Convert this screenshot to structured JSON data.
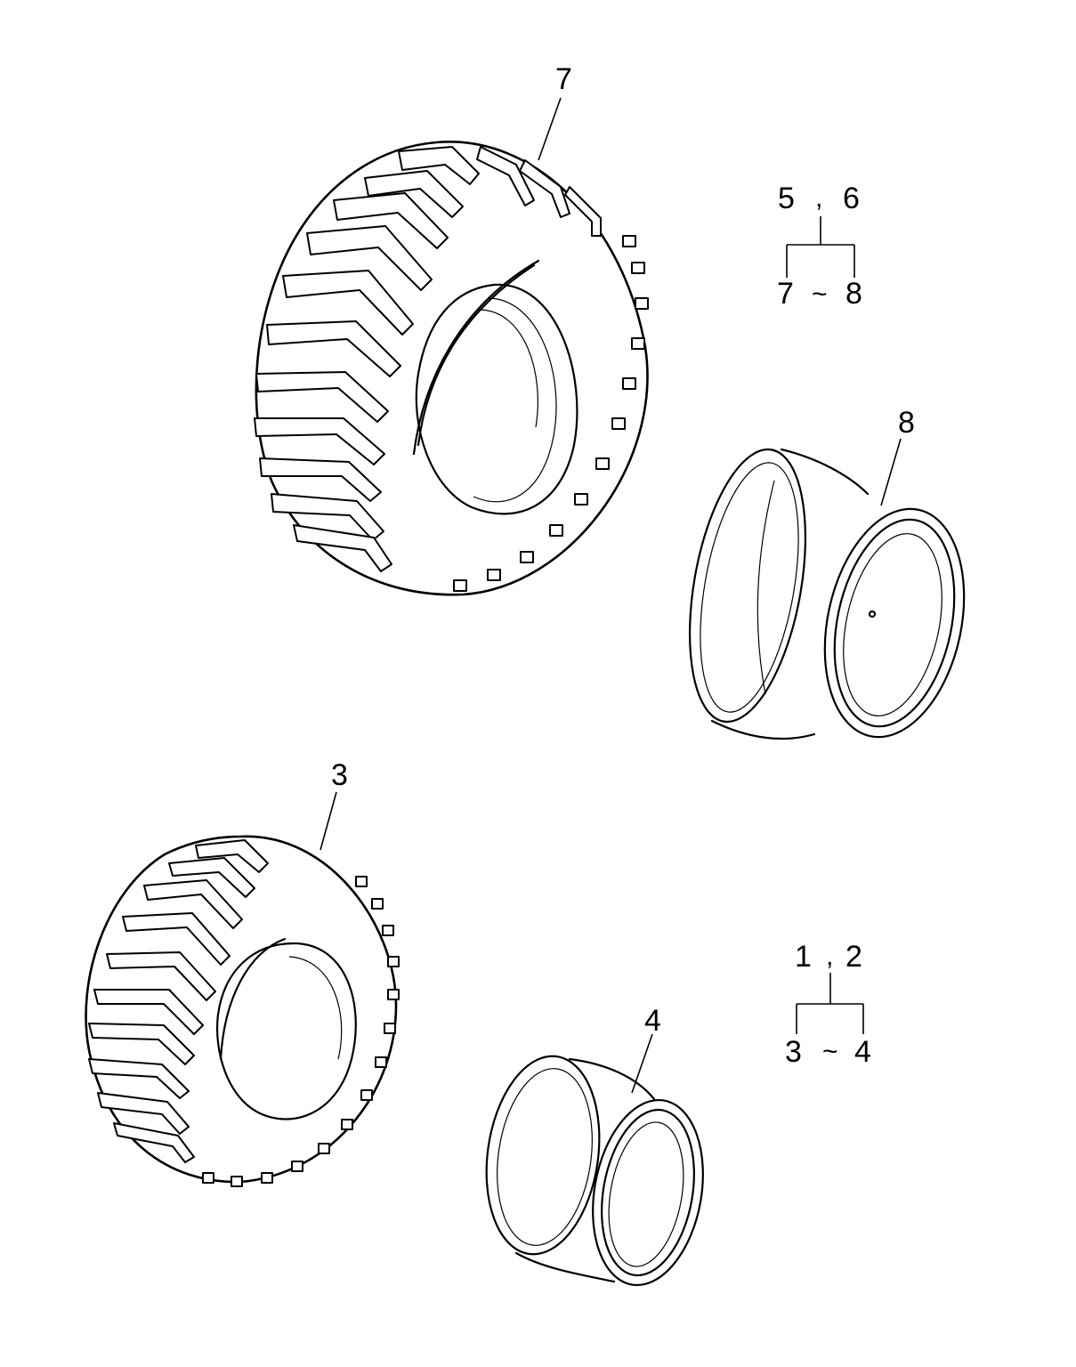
{
  "callouts": {
    "tire_upper": "7",
    "rim_upper": "8",
    "tire_lower": "3",
    "rim_lower": "4"
  },
  "assembly_upper": {
    "top_left": "5",
    "top_sep": ",",
    "top_right": "6",
    "bottom_left": "7",
    "bottom_sep": "~",
    "bottom_right": "8"
  },
  "assembly_lower": {
    "top_left": "1",
    "top_sep": ",",
    "top_right": "2",
    "bottom_left": "3",
    "bottom_sep": "~",
    "bottom_right": "4"
  }
}
